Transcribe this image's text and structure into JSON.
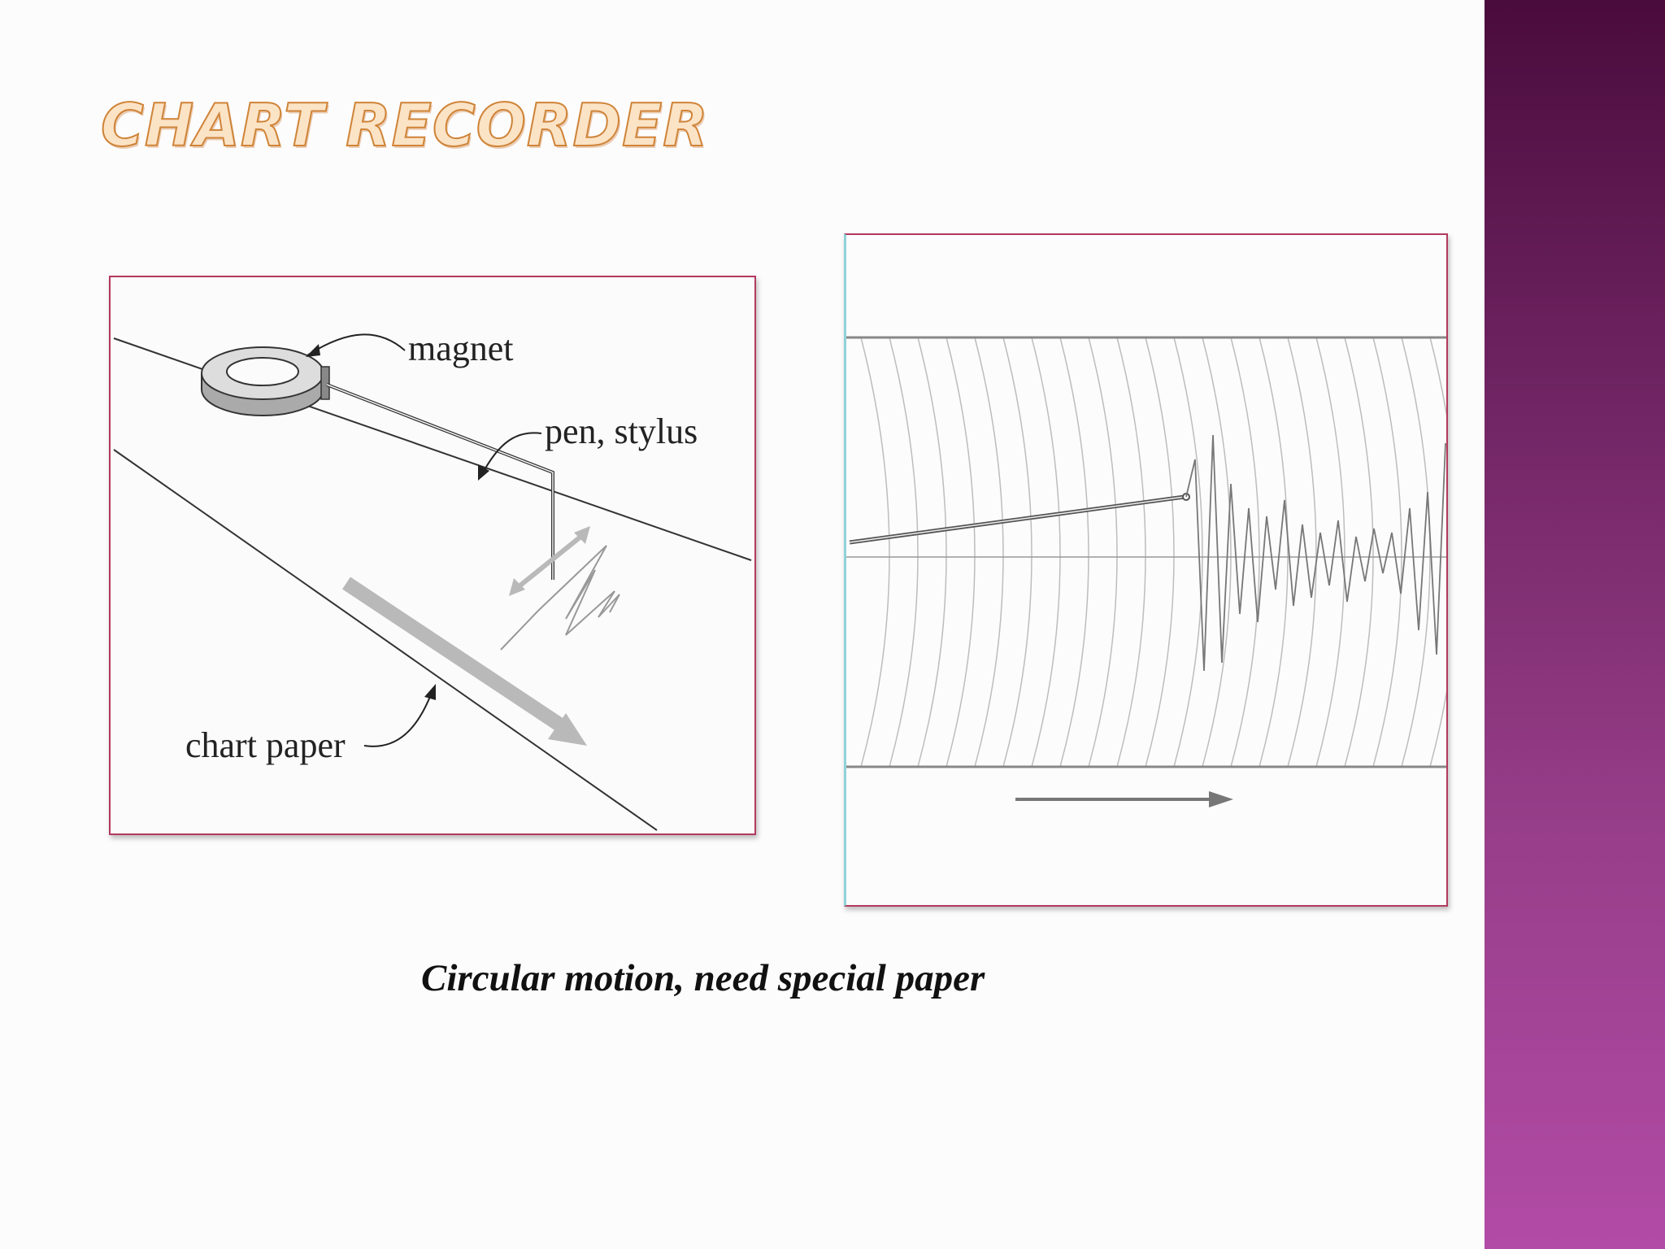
{
  "slide": {
    "title": "CHART RECORDER",
    "caption": "Circular motion, need special paper"
  },
  "diagram_left": {
    "labels": {
      "magnet": "magnet",
      "pen": "pen, stylus",
      "paper": "chart paper"
    }
  },
  "colors": {
    "title_fill": "#fbe3c6",
    "title_stroke": "#cf8438",
    "frame_border": "#b23a5e",
    "sidebar_top": "#4a0c3c",
    "sidebar_bottom": "#b24ba6"
  }
}
